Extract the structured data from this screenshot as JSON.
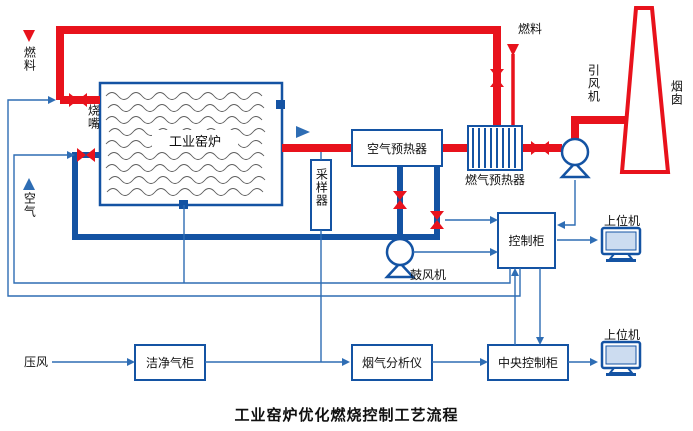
{
  "title": "工业窑炉优化燃烧控制工艺流程",
  "labels": {
    "fuel_left": "燃料",
    "fuel_right": "燃料",
    "air": "空气",
    "burner": "烧嘴",
    "kiln": "工业窑炉",
    "sampler": "采样器",
    "air_preheater": "空气预热器",
    "gas_preheater": "燃气预热器",
    "induced_fan": "引风机",
    "chimney": "烟囱",
    "blower": "鼓风机",
    "control_cabinet": "控制柜",
    "host_top": "上位机",
    "host_bottom": "上位机",
    "compressed_air": "压风",
    "clean_gas_cabinet": "洁净气柜",
    "flue_gas_analyzer": "烟气分析仪",
    "central_control_cabinet": "中央控制柜"
  },
  "colors": {
    "pipe_red": "#e8121c",
    "pipe_blue": "#1453a3",
    "signal_blue": "#2e6db4",
    "box_border": "#1453a3",
    "text": "#101010",
    "background": "#ffffff"
  }
}
